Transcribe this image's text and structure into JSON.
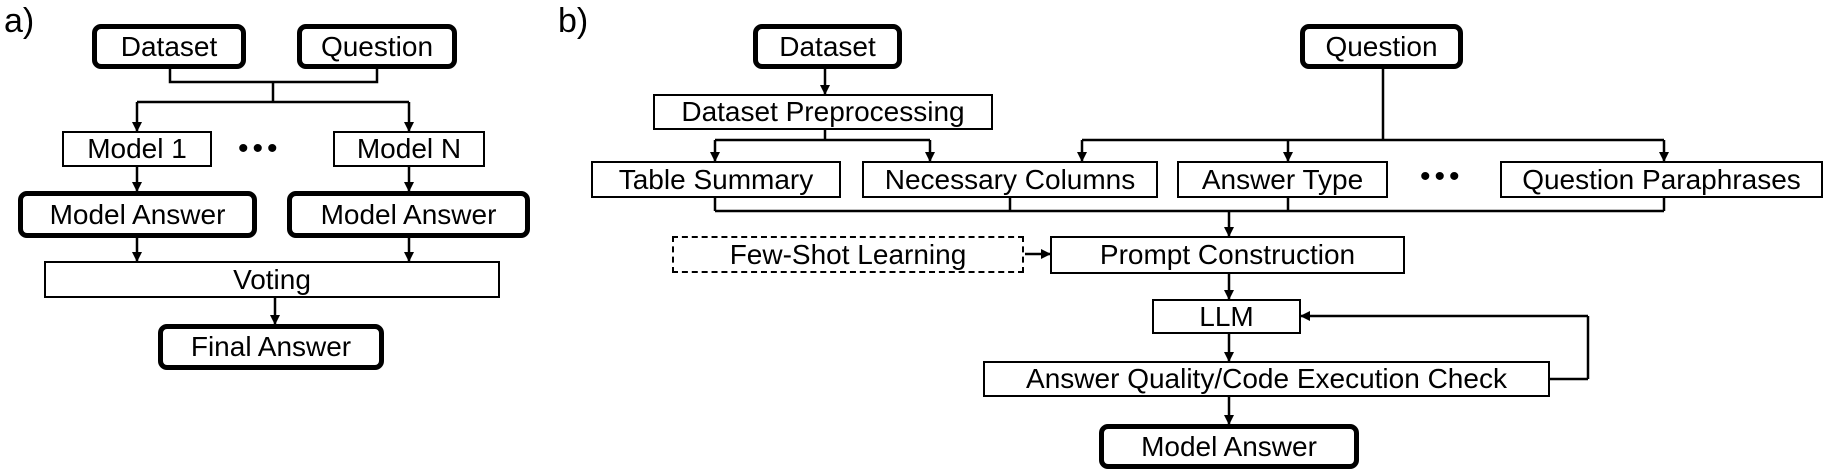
{
  "panel_a": {
    "label": "a)",
    "dataset": "Dataset",
    "question": "Question",
    "model_1": "Model 1",
    "ellipsis": "•••",
    "model_n": "Model N",
    "model_answer_1": "Model Answer",
    "model_answer_n": "Model Answer",
    "voting": "Voting",
    "final_answer": "Final Answer"
  },
  "panel_b": {
    "label": "b)",
    "dataset": "Dataset",
    "question": "Question",
    "dataset_preprocessing": "Dataset Preprocessing",
    "table_summary": "Table Summary",
    "necessary_columns": "Necessary Columns",
    "answer_type": "Answer Type",
    "ellipsis": "•••",
    "question_paraphrases": "Question Paraphrases",
    "few_shot_learning": "Few-Shot Learning",
    "prompt_construction": "Prompt Construction",
    "llm": "LLM",
    "quality_check": "Answer Quality/Code Execution Check",
    "model_answer": "Model Answer"
  }
}
